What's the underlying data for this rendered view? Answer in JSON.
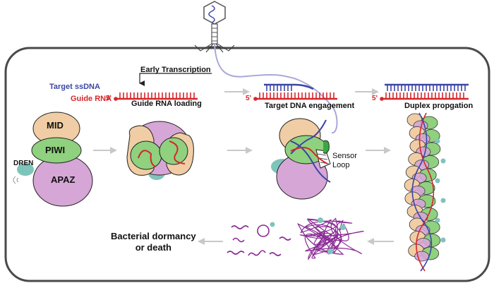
{
  "labels": {
    "early_transcription": "Early Transcription",
    "target_ssdna": "Target ssDNA",
    "guide_rna": "Guide RNA",
    "guide_loading": "Guide RNA loading",
    "target_engagement": "Target DNA engagement",
    "duplex": "Duplex propgation",
    "five_prime_1": "5'",
    "five_prime_2": "5'",
    "five_prime_3": "5'",
    "mid": "MID",
    "piwi": "PIWI",
    "apaz": "APAZ",
    "dren": "DREN",
    "sensor_loop": "Sensor\nLoop",
    "outcome": "Bacterial dormancy\nor death"
  },
  "colors": {
    "dna": "#3b46a6",
    "rna": "#d7262b",
    "mid": "#f0cda4",
    "piwi": "#8fd17e",
    "apaz": "#d6a6d6",
    "dren": "#7ec4bb",
    "arrow": "#c8c8c8",
    "cell": "#4a4a4a",
    "phage_dna": "#a9a8d8",
    "degraded": "#8a2a95"
  }
}
